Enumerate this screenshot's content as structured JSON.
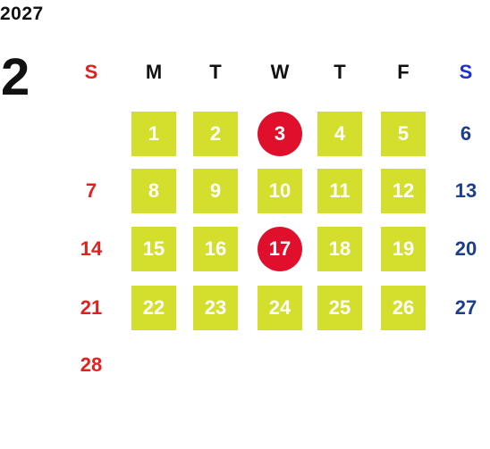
{
  "calendar": {
    "year": "2027",
    "month": "2",
    "weekdays": [
      {
        "label": "S",
        "color": "#e3201d"
      },
      {
        "label": "M",
        "color": "#111111"
      },
      {
        "label": "T",
        "color": "#111111"
      },
      {
        "label": "W",
        "color": "#111111"
      },
      {
        "label": "T",
        "color": "#111111"
      },
      {
        "label": "F",
        "color": "#111111"
      },
      {
        "label": "S",
        "color": "#1c2fd6"
      }
    ],
    "weeks": [
      [
        {
          "day": "",
          "style": "empty"
        },
        {
          "day": "1",
          "style": "box"
        },
        {
          "day": "2",
          "style": "box"
        },
        {
          "day": "3",
          "style": "circle"
        },
        {
          "day": "4",
          "style": "box"
        },
        {
          "day": "5",
          "style": "box"
        },
        {
          "day": "6",
          "style": "sat"
        }
      ],
      [
        {
          "day": "7",
          "style": "sun"
        },
        {
          "day": "8",
          "style": "box"
        },
        {
          "day": "9",
          "style": "box"
        },
        {
          "day": "10",
          "style": "box"
        },
        {
          "day": "11",
          "style": "box"
        },
        {
          "day": "12",
          "style": "box"
        },
        {
          "day": "13",
          "style": "sat"
        }
      ],
      [
        {
          "day": "14",
          "style": "sun"
        },
        {
          "day": "15",
          "style": "box"
        },
        {
          "day": "16",
          "style": "box"
        },
        {
          "day": "17",
          "style": "circle"
        },
        {
          "day": "18",
          "style": "box"
        },
        {
          "day": "19",
          "style": "box"
        },
        {
          "day": "20",
          "style": "sat"
        }
      ],
      [
        {
          "day": "21",
          "style": "sun"
        },
        {
          "day": "22",
          "style": "box"
        },
        {
          "day": "23",
          "style": "box"
        },
        {
          "day": "24",
          "style": "box"
        },
        {
          "day": "25",
          "style": "box"
        },
        {
          "day": "26",
          "style": "box"
        },
        {
          "day": "27",
          "style": "sat"
        }
      ],
      [
        {
          "day": "28",
          "style": "sun"
        },
        {
          "day": "",
          "style": "empty"
        },
        {
          "day": "",
          "style": "empty"
        },
        {
          "day": "",
          "style": "empty"
        },
        {
          "day": "",
          "style": "empty"
        },
        {
          "day": "",
          "style": "empty"
        },
        {
          "day": "",
          "style": "empty"
        }
      ]
    ],
    "colors": {
      "weekday_box": "#d4de2c",
      "holiday_circle": "#e0102c",
      "sunday_text": "#e3201d",
      "saturday_text": "#1f3d8f"
    }
  }
}
